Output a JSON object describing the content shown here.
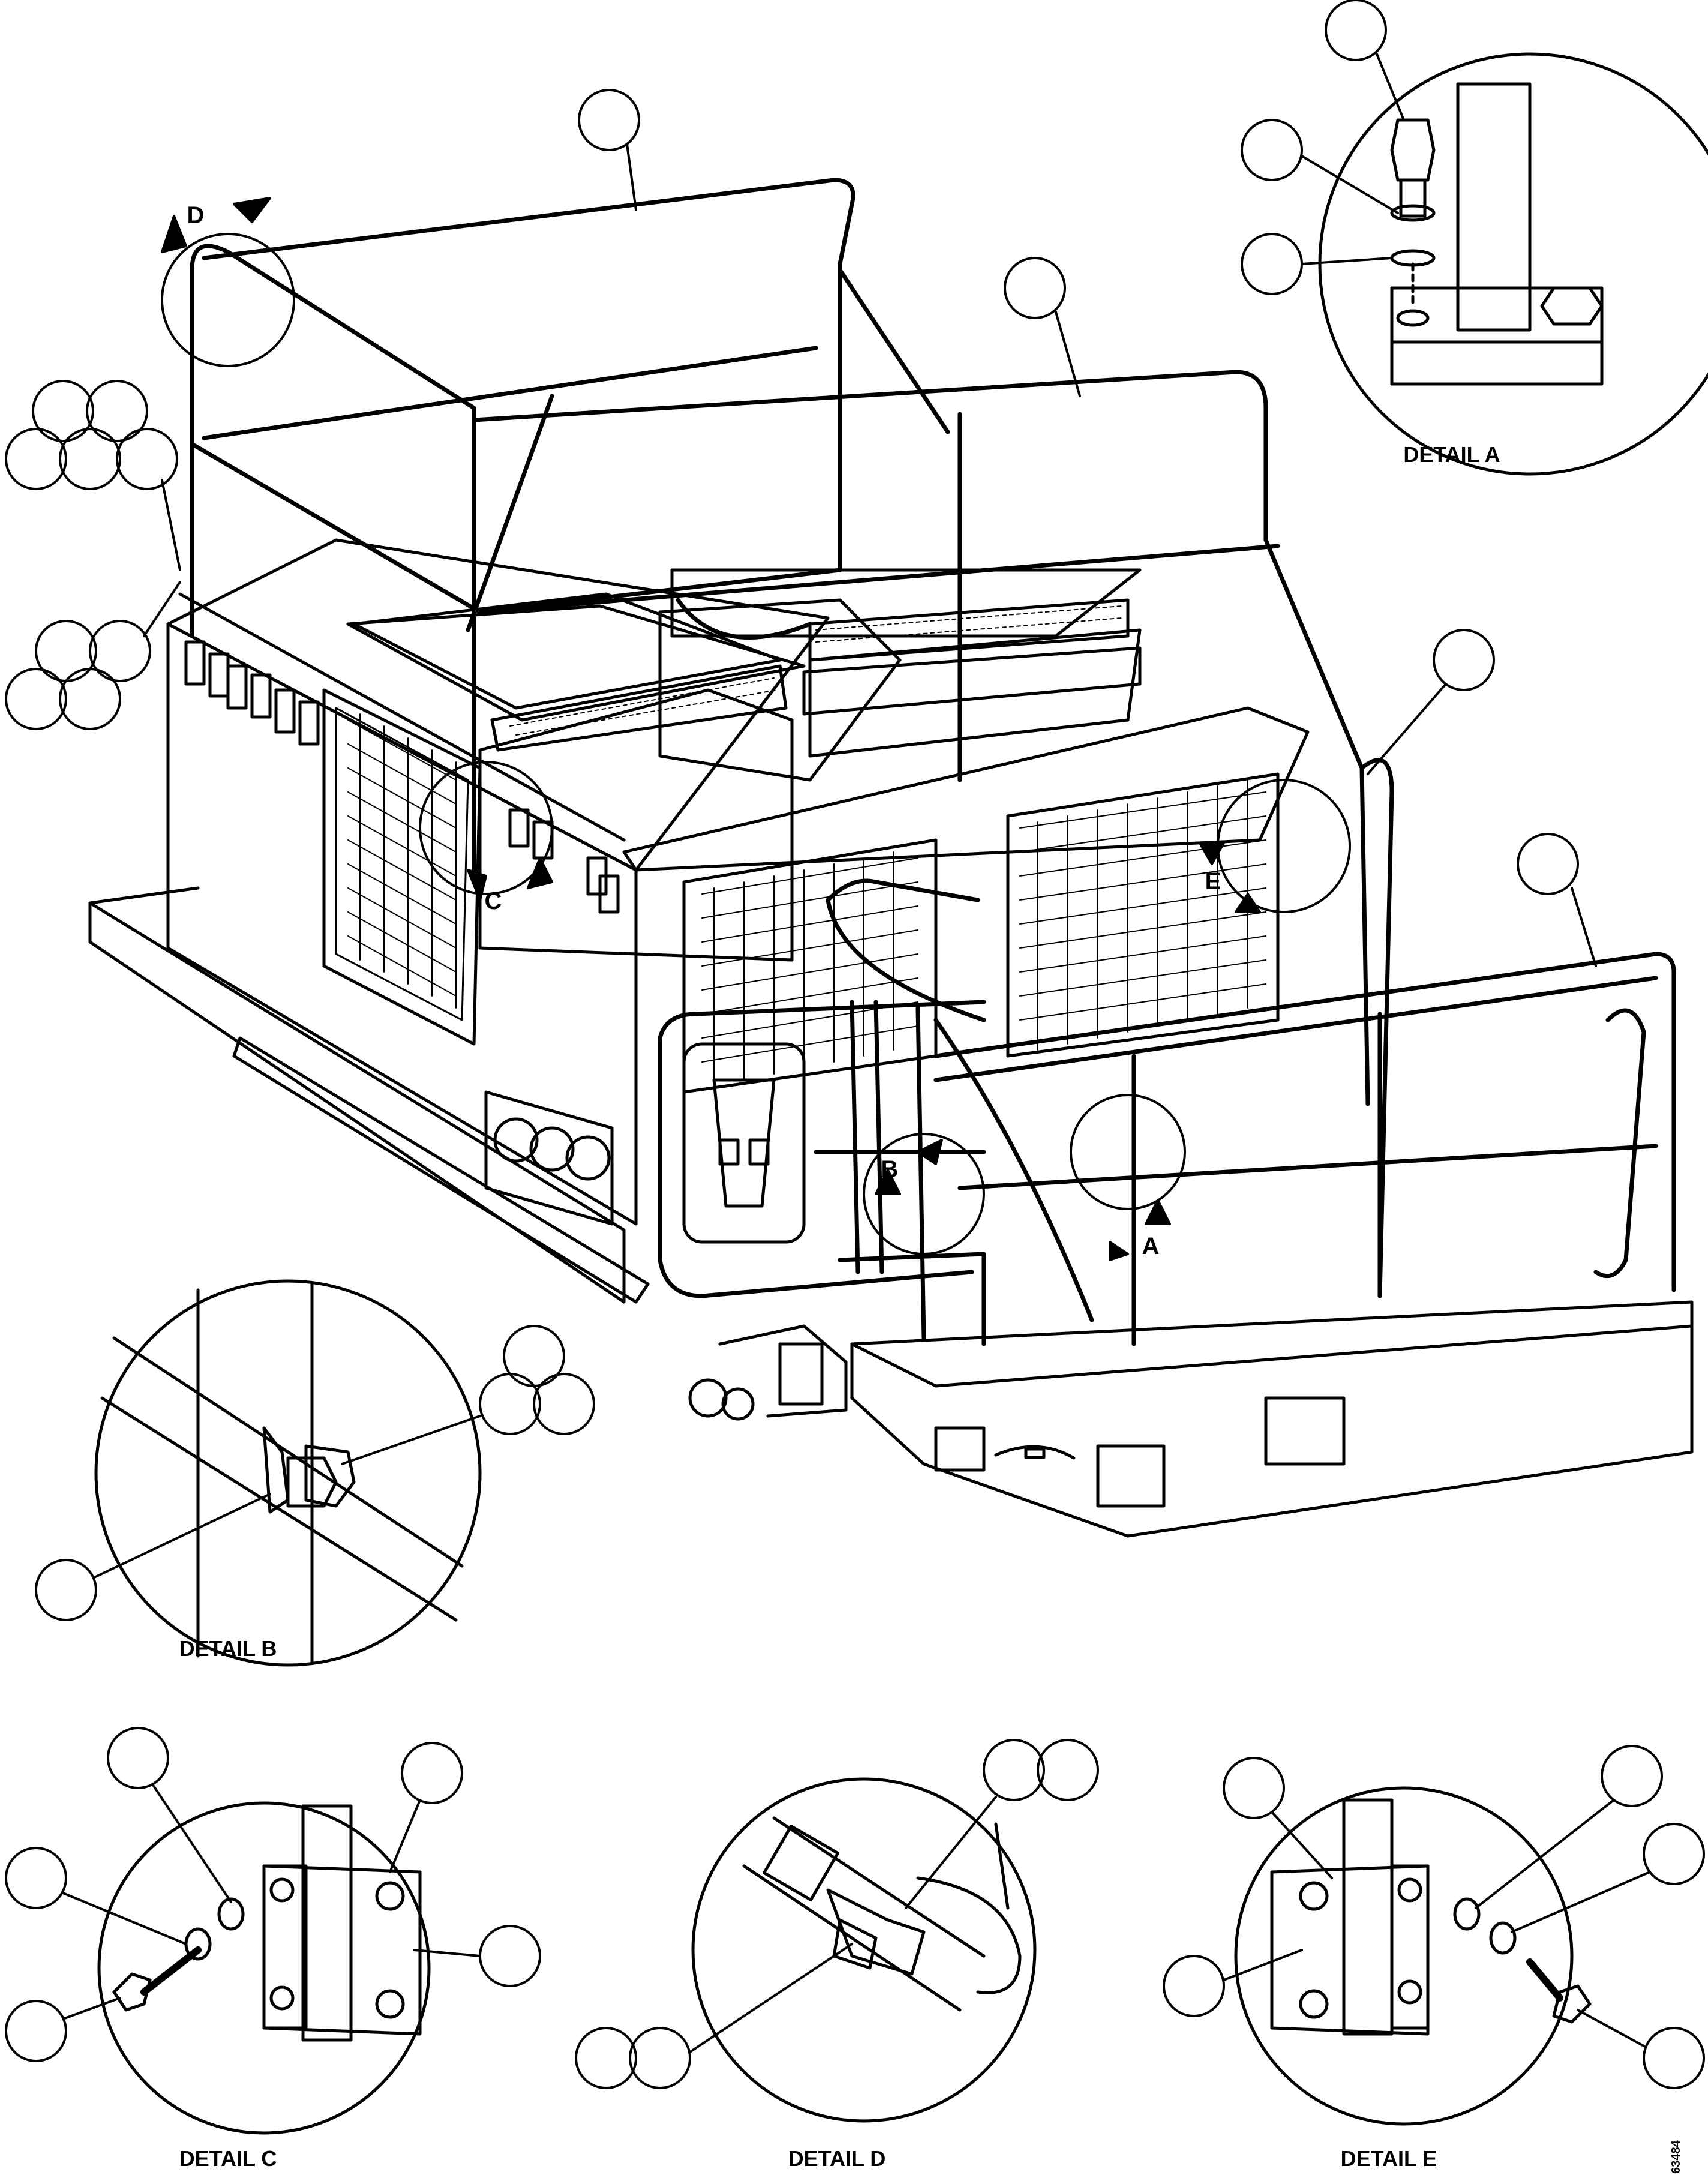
{
  "details": {
    "a": "DETAIL A",
    "b": "DETAIL B",
    "c": "DETAIL C",
    "d": "DETAIL D",
    "e": "DETAIL E"
  },
  "view_markers": {
    "a": "A",
    "b": "B",
    "c": "C",
    "d": "D",
    "e": "E"
  },
  "drawing_number": "63484",
  "colors": {
    "line": "#000000",
    "background": "#ffffff"
  }
}
